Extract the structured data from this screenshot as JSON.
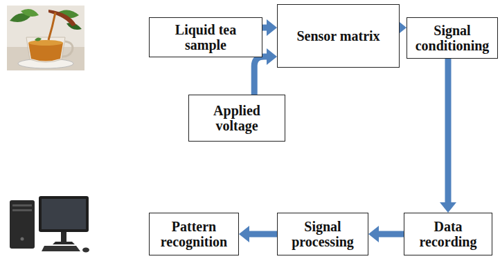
{
  "diagram": {
    "nodes": [
      {
        "text": [
          "Liquid tea sample"
        ]
      },
      {
        "text": [
          "Sensor matrix"
        ]
      },
      {
        "text": [
          "Signal conditioning"
        ]
      },
      {
        "text": [
          "Applied voltage"
        ]
      },
      {
        "text": [
          "Pattern recognition"
        ]
      },
      {
        "text": [
          "Signal processing"
        ]
      },
      {
        "text": [
          "Data recording"
        ]
      }
    ],
    "edges": [
      {
        "from": 0,
        "to": 1,
        "arrow": "to"
      },
      {
        "from": 3,
        "to": 1,
        "arrow": "to"
      },
      {
        "from": 1,
        "to": 2,
        "arrow": "to"
      },
      {
        "from": 2,
        "to": 6,
        "arrow": "to"
      },
      {
        "from": 6,
        "to": 5,
        "arrow": "to"
      },
      {
        "from": 5,
        "to": 4,
        "arrow": "to"
      }
    ]
  }
}
